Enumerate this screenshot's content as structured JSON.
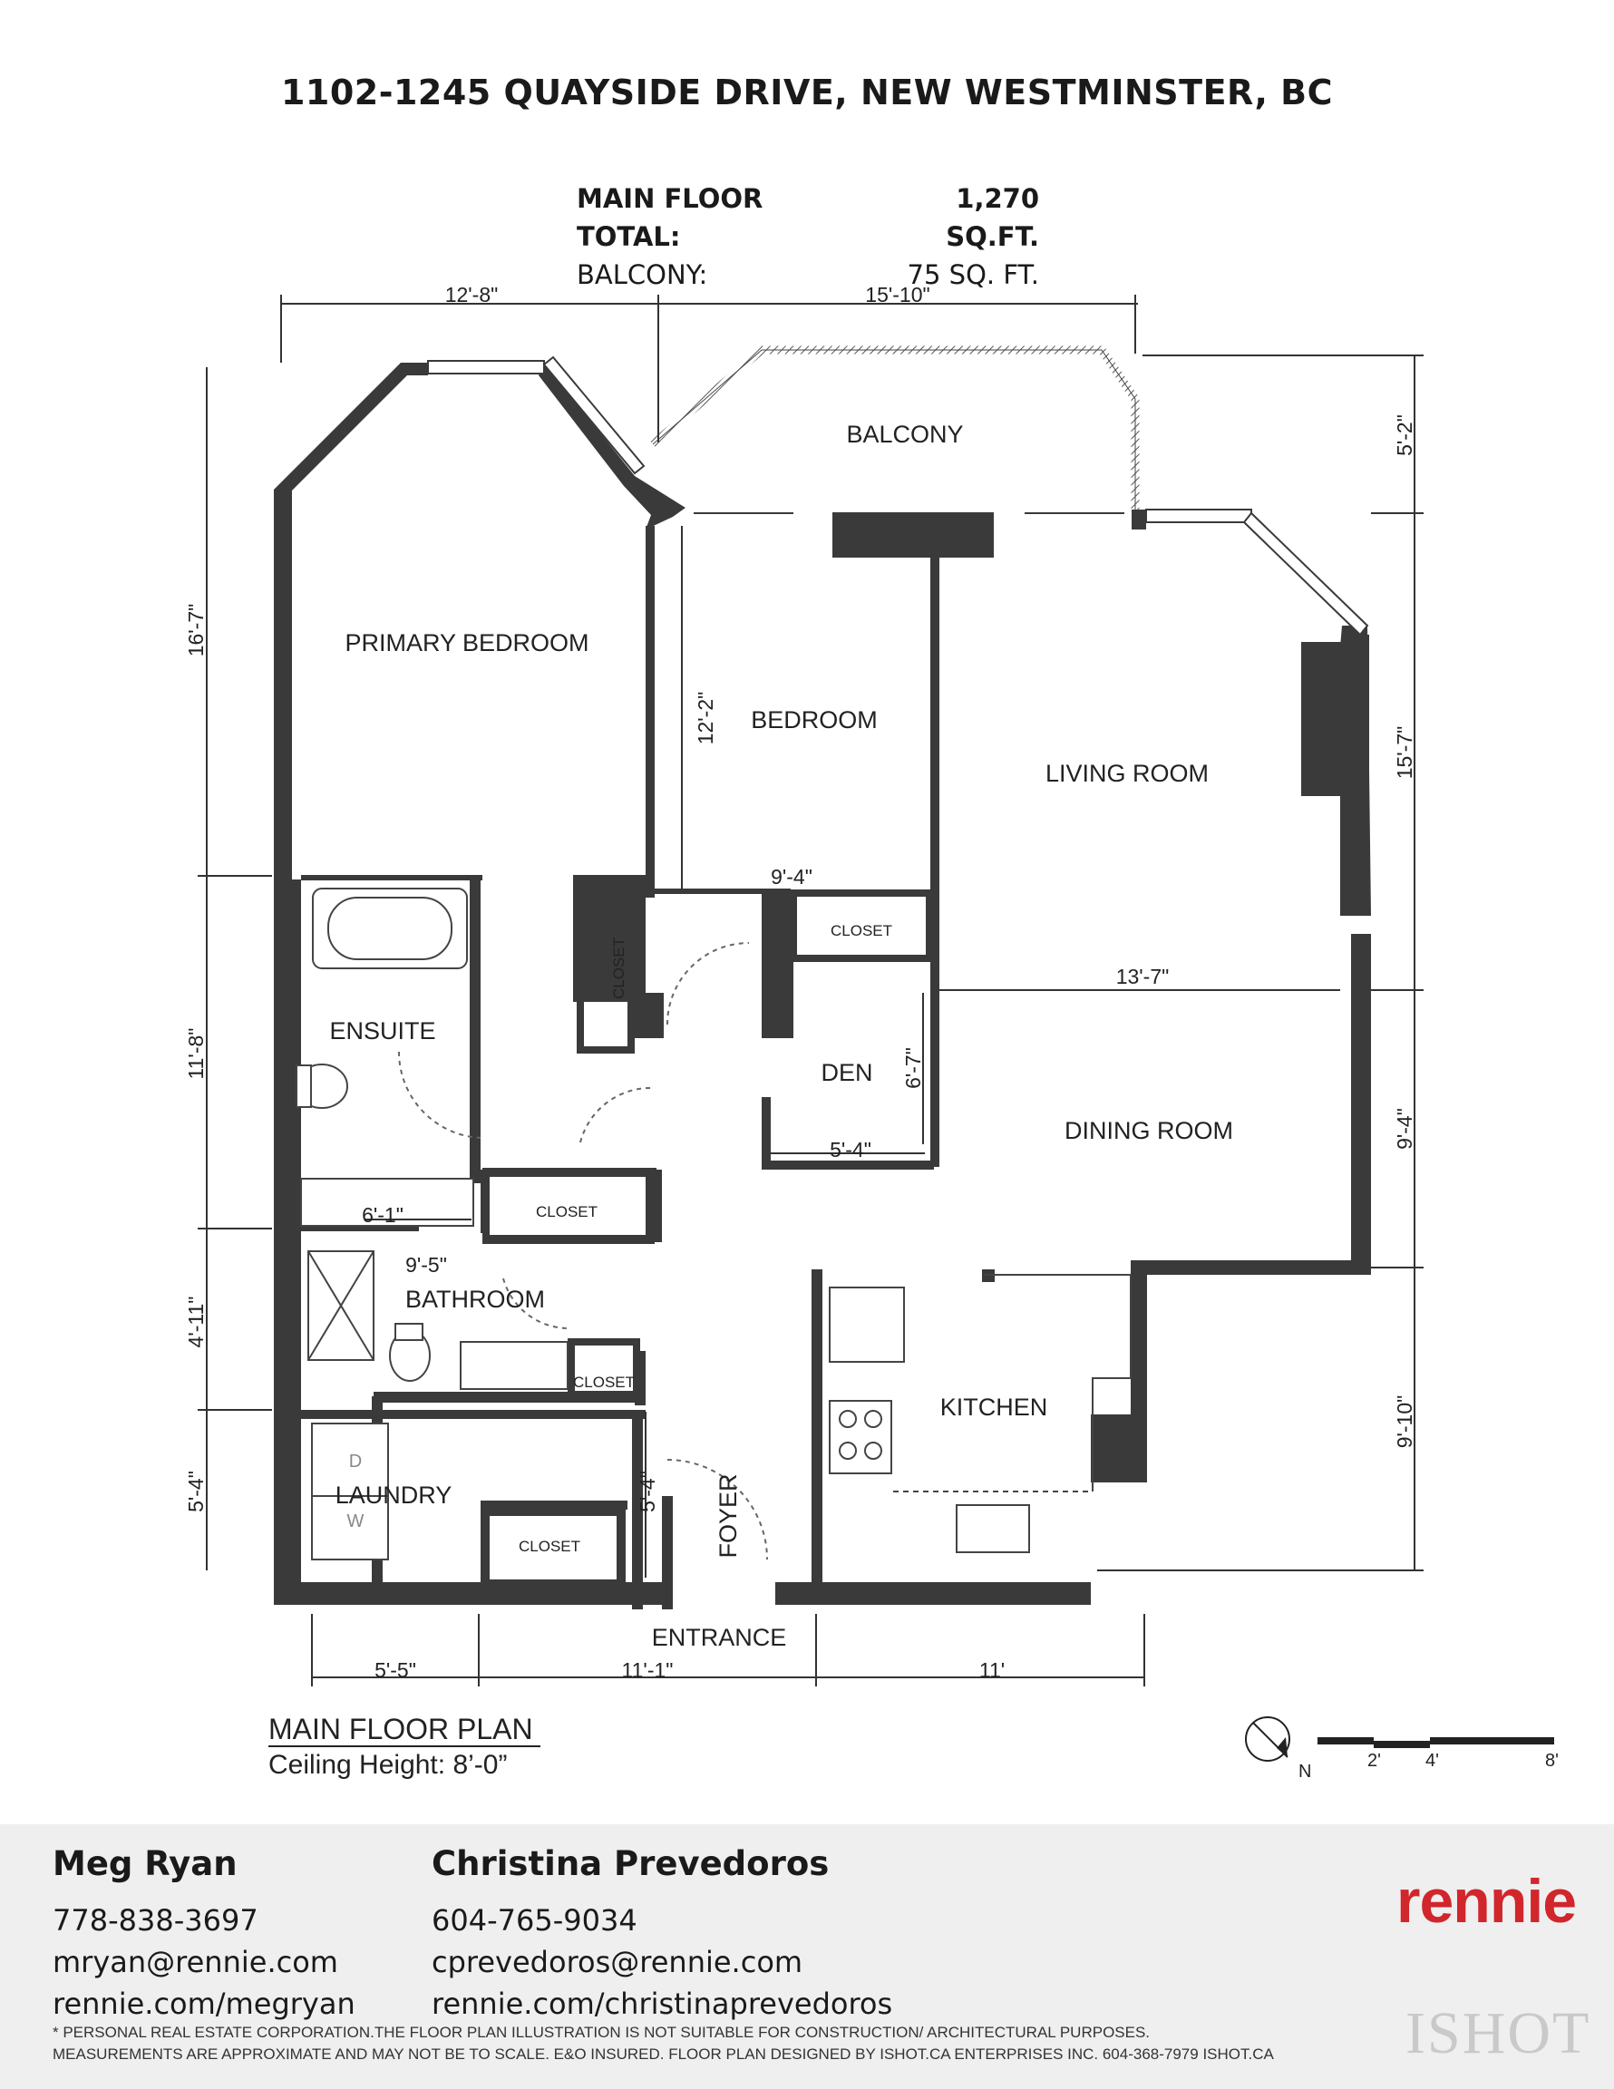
{
  "title": "1102-1245 QUAYSIDE DRIVE, NEW WESTMINSTER, BC",
  "area": {
    "main_label": "MAIN FLOOR TOTAL:",
    "main_value": "1,270 SQ.FT.",
    "balcony_label": "BALCONY:",
    "balcony_value": "75 SQ. FT."
  },
  "rooms": {
    "primary_bedroom": "PRIMARY BEDROOM",
    "bedroom": "BEDROOM",
    "balcony": "BALCONY",
    "living_room": "LIVING ROOM",
    "ensuite": "ENSUITE",
    "den": "DEN",
    "dining_room": "DINING ROOM",
    "bathroom": "BATHROOM",
    "kitchen": "KITCHEN",
    "laundry": "LAUNDRY",
    "foyer": "FOYER",
    "entrance": "ENTRANCE",
    "closet": "CLOSET",
    "dryer": "D",
    "washer": "W"
  },
  "dimensions": {
    "top_left": "12'-8\"",
    "top_right": "15'-10\"",
    "left_primary": "16'-7\"",
    "left_ensuite": "11'-8\"",
    "left_bath": "4'-11\"",
    "left_laundry": "5'-4\"",
    "right_balcony": "5'-2\"",
    "right_living": "15'-7\"",
    "right_dining": "9'-4\"",
    "right_kitchen": "9'-10\"",
    "bedroom_v": "12'-2\"",
    "bedroom_w": "9'-4\"",
    "living_w": "13'-7\"",
    "den_v": "6'-7\"",
    "den_w": "5'-4\"",
    "ensuite_w": "6'-1\"",
    "bath_w": "9'-5\"",
    "foyer_v": "5'-4\"",
    "bottom_left": "5'-5\"",
    "bottom_mid": "11'-1\"",
    "bottom_right": "11'"
  },
  "plan_label": {
    "title": "MAIN FLOOR PLAN",
    "ceiling": "Ceiling Height: 8’-0”"
  },
  "compass": "N",
  "scale": [
    "2'",
    "4'",
    "8'"
  ],
  "agents": [
    {
      "name": "Meg Ryan",
      "phone": "778-838-3697",
      "email": "mryan@rennie.com",
      "web": "rennie.com/megryan"
    },
    {
      "name": "Christina Prevedoros",
      "phone": "604-765-9034",
      "email": "cprevedoros@rennie.com",
      "web": "rennie.com/christinaprevedoros"
    }
  ],
  "brand": "rennie",
  "watermark": "ISHOT",
  "disclaimer": [
    "* PERSONAL REAL ESTATE CORPORATION.THE FLOOR PLAN ILLUSTRATION IS NOT SUITABLE FOR CONSTRUCTION/ ARCHITECTURAL PURPOSES.",
    "MEASUREMENTS ARE APPROXIMATE AND MAY NOT BE TO SCALE. E&O INSURED. FLOOR PLAN DESIGNED BY ISHOT.CA ENTERPRISES INC. 604-368-7979  ISHOT.CA"
  ],
  "colors": {
    "wall": "#3a3a3a",
    "brand": "#d0262c",
    "footer_bg": "#efefef"
  }
}
